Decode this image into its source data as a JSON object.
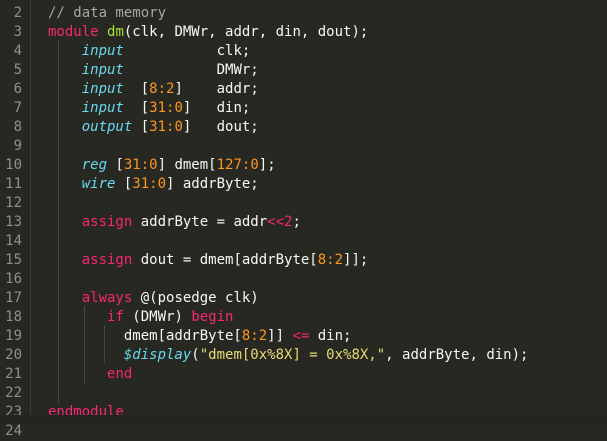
{
  "lines": [
    {
      "n": "2",
      "segs": [
        {
          "t": "// data memory",
          "c": "cm"
        }
      ]
    },
    {
      "n": "3",
      "segs": [
        {
          "t": "module ",
          "c": "kw"
        },
        {
          "t": "dm",
          "c": "fn"
        },
        {
          "t": "(clk, DMWr, addr, din, dout);",
          "c": "pl"
        }
      ]
    },
    {
      "n": "4",
      "segs": [
        {
          "t": "    ",
          "c": "pl"
        },
        {
          "t": "input",
          "c": "ty"
        },
        {
          "t": "           clk;",
          "c": "pl"
        }
      ]
    },
    {
      "n": "5",
      "segs": [
        {
          "t": "    ",
          "c": "pl"
        },
        {
          "t": "input",
          "c": "ty"
        },
        {
          "t": "           DMWr;",
          "c": "pl"
        }
      ]
    },
    {
      "n": "6",
      "segs": [
        {
          "t": "    ",
          "c": "pl"
        },
        {
          "t": "input",
          "c": "ty"
        },
        {
          "t": "  [",
          "c": "pl"
        },
        {
          "t": "8:2",
          "c": "num"
        },
        {
          "t": "]    addr;",
          "c": "pl"
        }
      ]
    },
    {
      "n": "7",
      "segs": [
        {
          "t": "    ",
          "c": "pl"
        },
        {
          "t": "input",
          "c": "ty"
        },
        {
          "t": "  [",
          "c": "pl"
        },
        {
          "t": "31:0",
          "c": "num"
        },
        {
          "t": "]   din;",
          "c": "pl"
        }
      ]
    },
    {
      "n": "8",
      "segs": [
        {
          "t": "    ",
          "c": "pl"
        },
        {
          "t": "output",
          "c": "ty"
        },
        {
          "t": " [",
          "c": "pl"
        },
        {
          "t": "31:0",
          "c": "num"
        },
        {
          "t": "]   dout;",
          "c": "pl"
        }
      ]
    },
    {
      "n": "9",
      "segs": []
    },
    {
      "n": "10",
      "segs": [
        {
          "t": "    ",
          "c": "pl"
        },
        {
          "t": "reg",
          "c": "ty"
        },
        {
          "t": " [",
          "c": "pl"
        },
        {
          "t": "31:0",
          "c": "num"
        },
        {
          "t": "] dmem[",
          "c": "pl"
        },
        {
          "t": "127:0",
          "c": "num"
        },
        {
          "t": "];",
          "c": "pl"
        }
      ]
    },
    {
      "n": "11",
      "segs": [
        {
          "t": "    ",
          "c": "pl"
        },
        {
          "t": "wire",
          "c": "ty"
        },
        {
          "t": " [",
          "c": "pl"
        },
        {
          "t": "31:0",
          "c": "num"
        },
        {
          "t": "] addrByte;",
          "c": "pl"
        }
      ]
    },
    {
      "n": "12",
      "segs": []
    },
    {
      "n": "13",
      "segs": [
        {
          "t": "    ",
          "c": "pl"
        },
        {
          "t": "assign",
          "c": "kw"
        },
        {
          "t": " addrByte = addr",
          "c": "pl"
        },
        {
          "t": "<<2",
          "c": "kw"
        },
        {
          "t": ";",
          "c": "pl"
        }
      ]
    },
    {
      "n": "14",
      "segs": []
    },
    {
      "n": "15",
      "segs": [
        {
          "t": "    ",
          "c": "pl"
        },
        {
          "t": "assign",
          "c": "kw"
        },
        {
          "t": " dout = dmem[addrByte[",
          "c": "pl"
        },
        {
          "t": "8:2",
          "c": "num"
        },
        {
          "t": "]];",
          "c": "pl"
        }
      ]
    },
    {
      "n": "16",
      "segs": []
    },
    {
      "n": "17",
      "segs": [
        {
          "t": "    ",
          "c": "pl"
        },
        {
          "t": "always",
          "c": "kw"
        },
        {
          "t": " @(posedge clk)",
          "c": "pl"
        }
      ]
    },
    {
      "n": "18",
      "segs": [
        {
          "t": "       ",
          "c": "pl"
        },
        {
          "t": "if",
          "c": "kw"
        },
        {
          "t": " (DMWr) ",
          "c": "pl"
        },
        {
          "t": "begin",
          "c": "kw"
        }
      ]
    },
    {
      "n": "19",
      "segs": [
        {
          "t": "         dmem[addrByte[",
          "c": "pl"
        },
        {
          "t": "8:2",
          "c": "num"
        },
        {
          "t": "]] ",
          "c": "pl"
        },
        {
          "t": "<=",
          "c": "kw"
        },
        {
          "t": " din;",
          "c": "pl"
        }
      ]
    },
    {
      "n": "20",
      "segs": [
        {
          "t": "         ",
          "c": "pl"
        },
        {
          "t": "$display",
          "c": "ty"
        },
        {
          "t": "(",
          "c": "pl"
        },
        {
          "t": "\"dmem[0x%8X] = 0x%8X,\"",
          "c": "str"
        },
        {
          "t": ", addrByte, din);",
          "c": "pl"
        }
      ]
    },
    {
      "n": "21",
      "segs": [
        {
          "t": "       ",
          "c": "pl"
        },
        {
          "t": "end",
          "c": "kw"
        }
      ]
    },
    {
      "n": "22",
      "segs": []
    },
    {
      "n": "23",
      "segs": [
        {
          "t": "endmodule",
          "c": "kw"
        }
      ]
    },
    {
      "n": "24",
      "segs": []
    }
  ]
}
